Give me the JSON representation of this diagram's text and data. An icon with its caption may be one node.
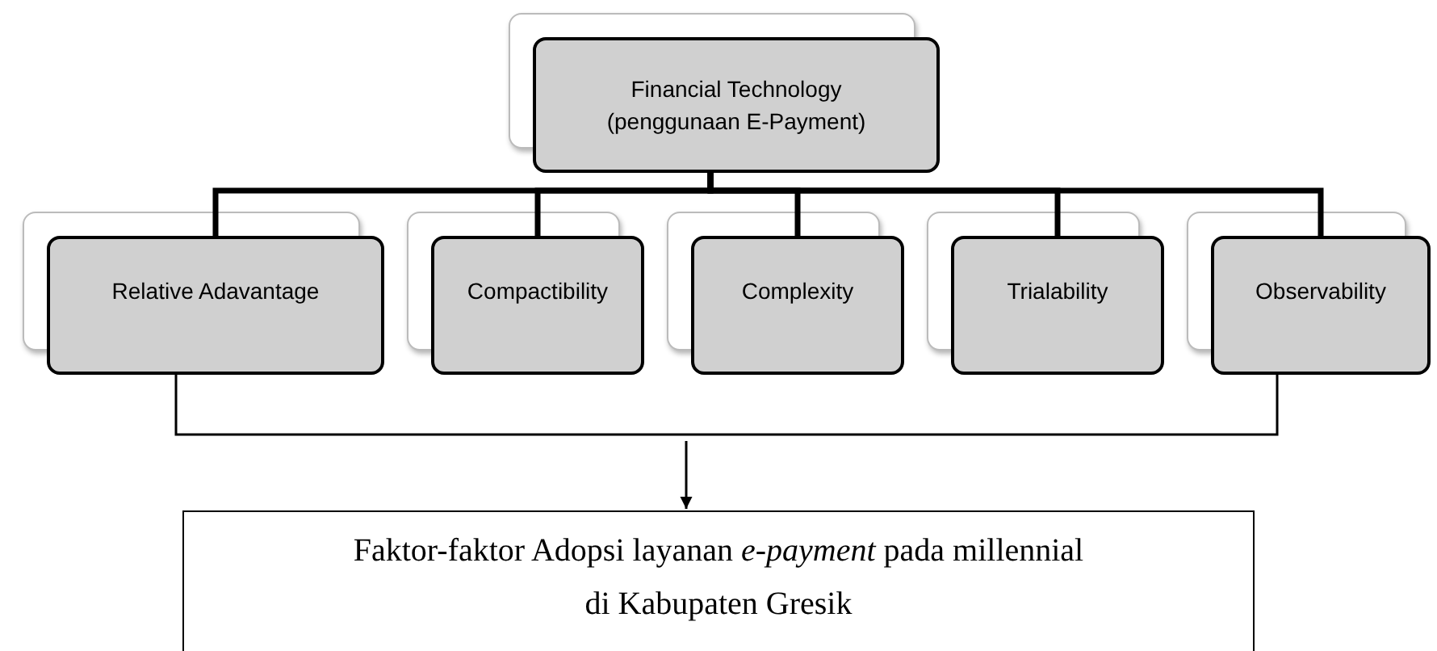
{
  "diagram": {
    "nodes": [
      {
        "text": [
          "Financial Technology (penggunaan E-Payment)"
        ]
      },
      {
        "text": [
          "Relative Adavantage"
        ]
      },
      {
        "text": [
          "Compactibility"
        ]
      },
      {
        "text": [
          "Complexity"
        ]
      },
      {
        "text": [
          "Trialability"
        ]
      },
      {
        "text": [
          "Observability"
        ]
      },
      {
        "text": [
          "Faktor-faktor Adopsi layanan *e-payment* pada millennial di Kabupaten Gresik"
        ]
      }
    ],
    "edges": [
      {
        "from": 0,
        "to": 1,
        "arrow": "none"
      },
      {
        "from": 0,
        "to": 2,
        "arrow": "none"
      },
      {
        "from": 0,
        "to": 3,
        "arrow": "none"
      },
      {
        "from": 0,
        "to": 4,
        "arrow": "none"
      },
      {
        "from": 0,
        "to": 5,
        "arrow": "none"
      },
      {
        "from": 1,
        "to": 5,
        "arrow": "none"
      },
      {
        "from": null,
        "to": 6,
        "arrow": "to"
      }
    ]
  }
}
